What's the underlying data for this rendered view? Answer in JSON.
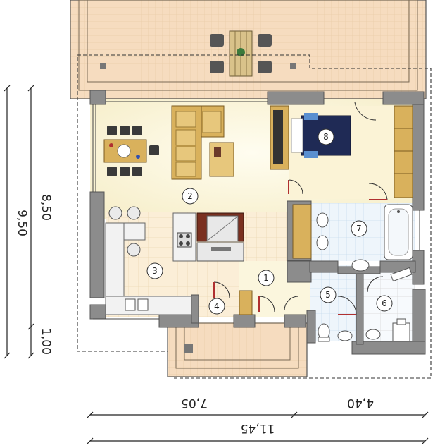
{
  "dimensions": {
    "width_left": "7,05",
    "width_right": "4,40",
    "width_total": "11,45",
    "depth_main": "8,50",
    "depth_porch": "1,00",
    "depth_total": "9,50"
  },
  "rooms": [
    "1",
    "2",
    "3",
    "4",
    "5",
    "6",
    "7",
    "8"
  ],
  "colors": {
    "wall": "#8c8c8c",
    "terrace": "#f6dcbf",
    "terrace_tile": "#eccfac",
    "living_floor": "#fbf6dd",
    "kitchen_tile": "#fbeed7",
    "bath_tile": "#e8f1fa",
    "bath_tile_light": "#f2f7fc",
    "furniture": "#d9b15c",
    "bed": "#1f2a55",
    "dim_line": "#222222"
  }
}
